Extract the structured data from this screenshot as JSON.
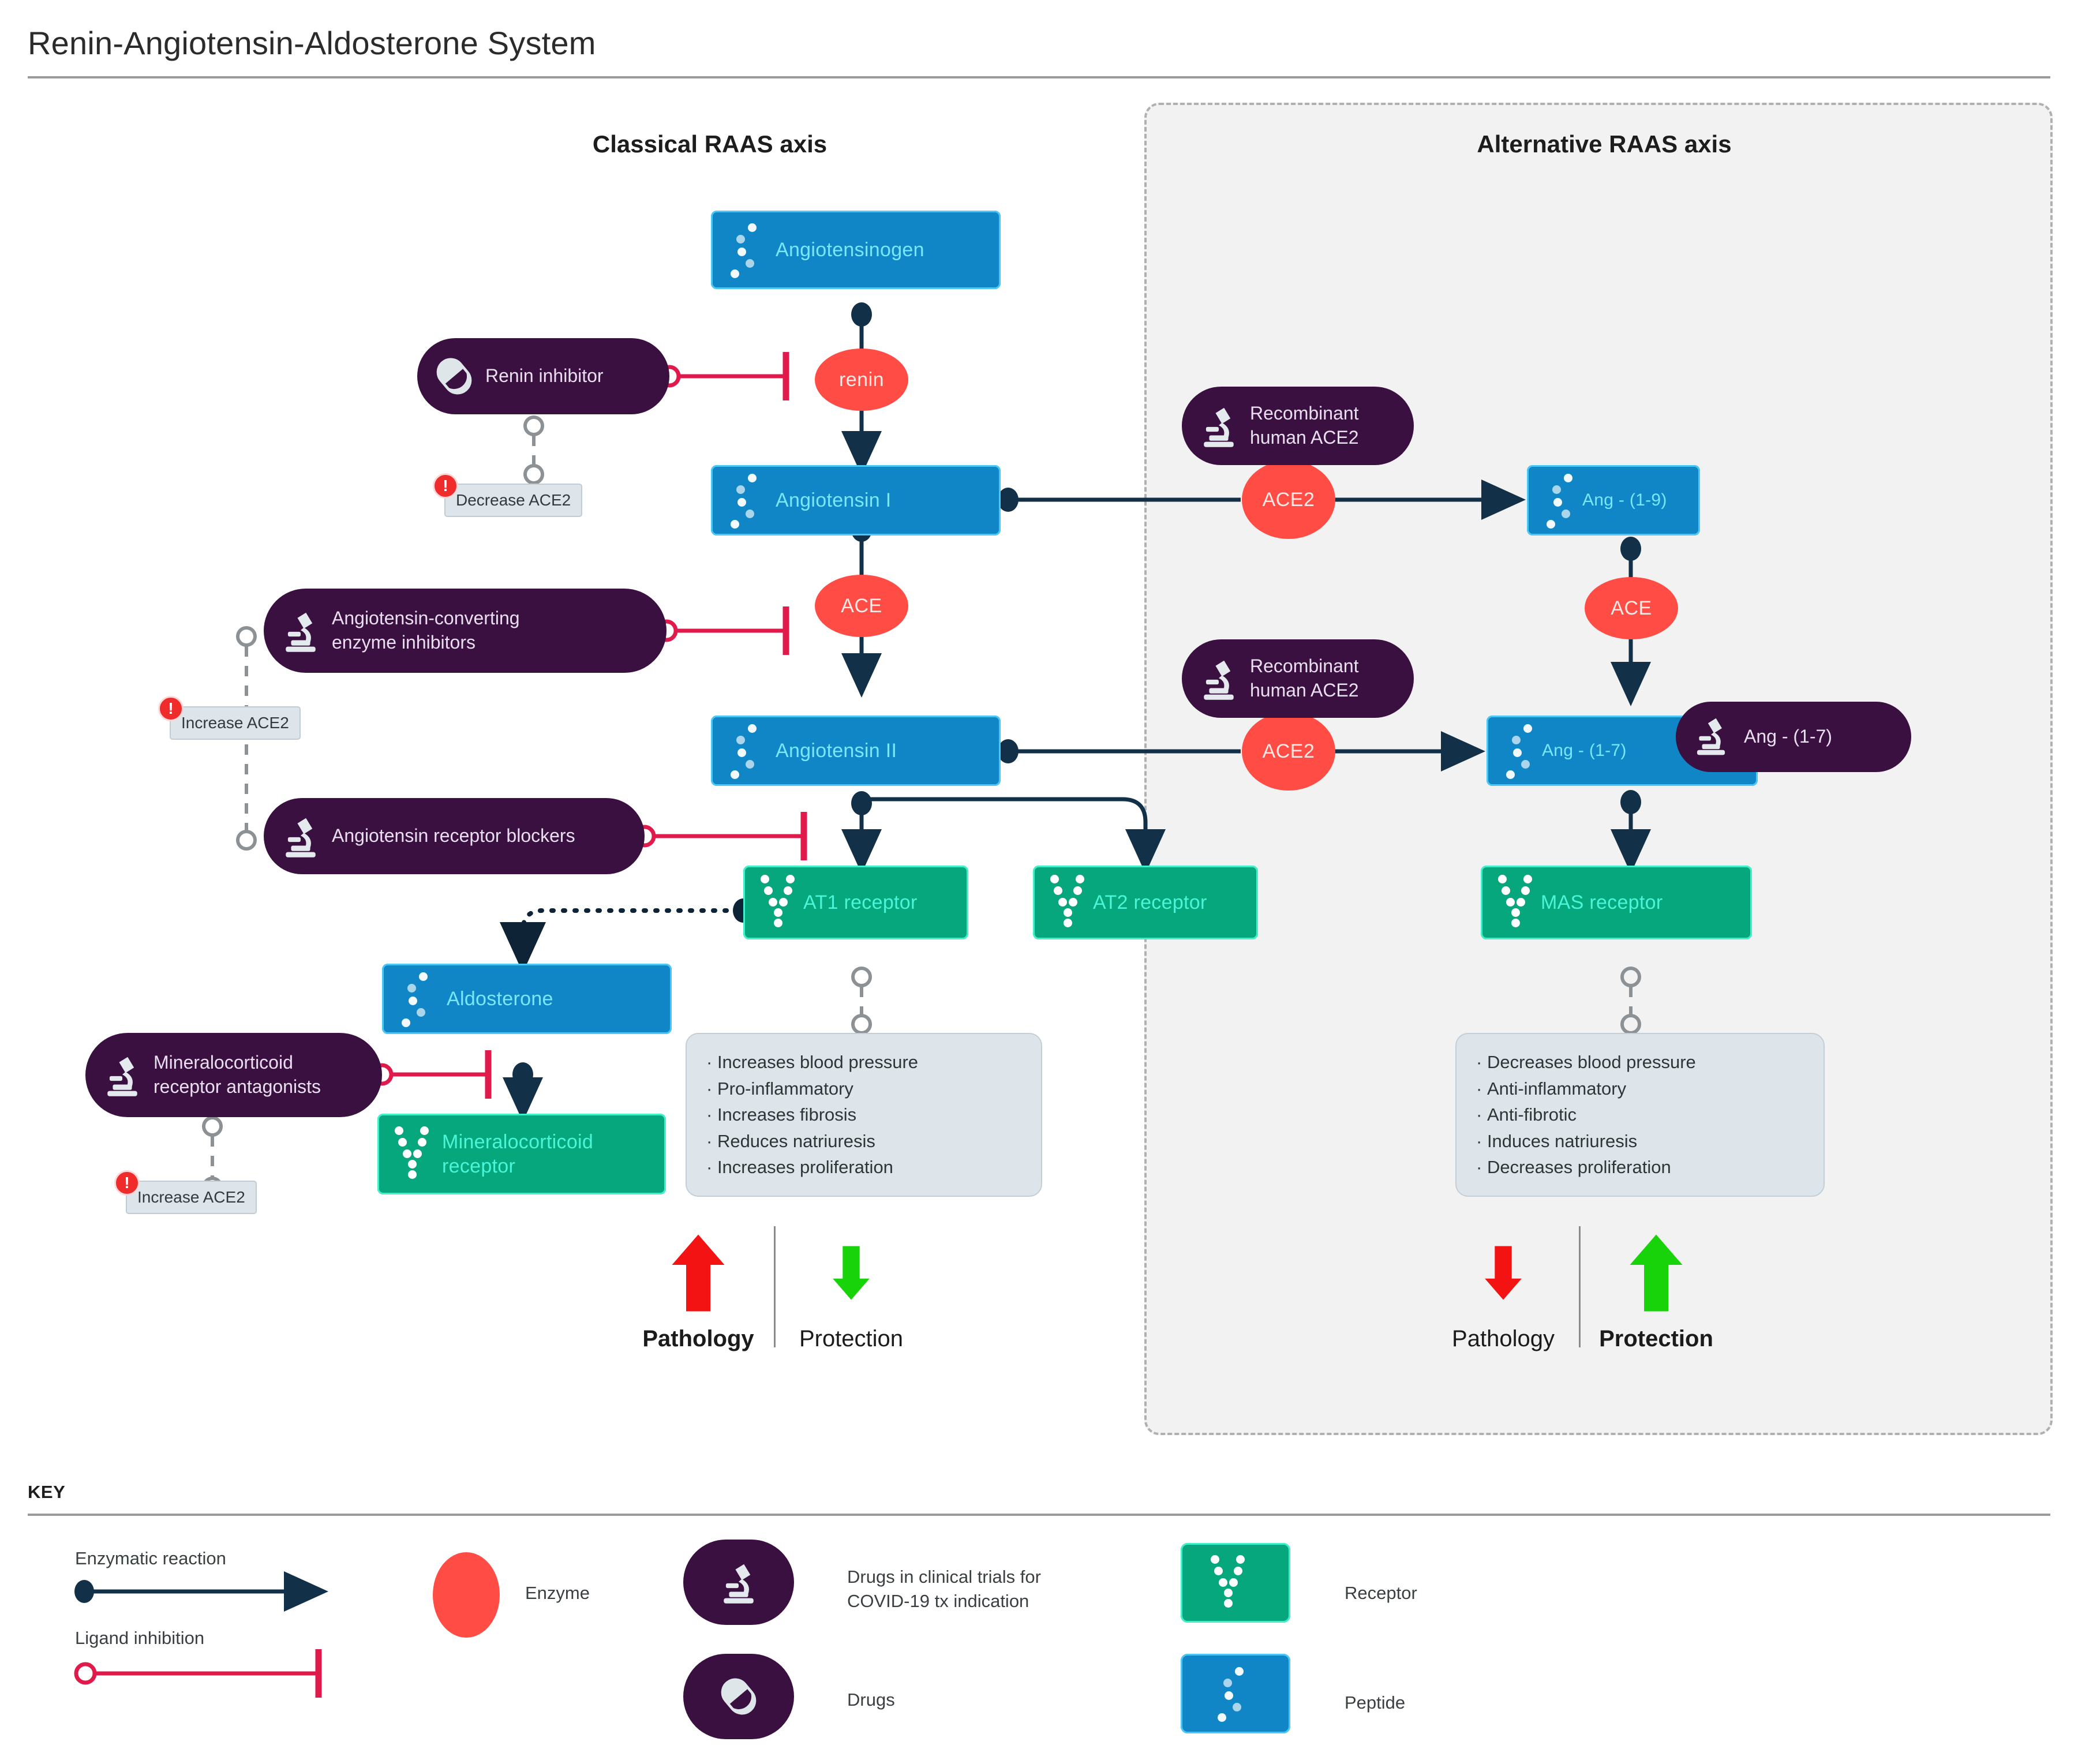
{
  "page": {
    "title": "Renin-Angiotensin-Aldosterone System"
  },
  "axes": {
    "classical": "Classical RAAS axis",
    "alternative": "Alternative RAAS axis"
  },
  "peptides": {
    "angiotensinogen": "Angiotensinogen",
    "angiotensin_i": "Angiotensin I",
    "angiotensin_ii": "Angiotensin II",
    "aldosterone": "Aldosterone",
    "ang_1_9": "Ang - (1-9)",
    "ang_1_7": "Ang - (1-7)"
  },
  "receptors": {
    "at1": "AT1 receptor",
    "at2": "AT2 receptor",
    "mas": "MAS receptor",
    "mineralocorticoid": "Mineralocorticoid receptor"
  },
  "enzymes": {
    "renin": "renin",
    "ace_classical": "ACE",
    "ace_alternative": "ACE",
    "ace2_upper": "ACE2",
    "ace2_lower": "ACE2"
  },
  "drugs": {
    "renin_inhibitor": "Renin inhibitor",
    "ace_inhibitors": "Angiotensin-converting enzyme inhibitors",
    "arb": "Angiotensin receptor blockers",
    "mra": "Mineralocorticoid receptor antagonists",
    "rh_ace2_upper": "Recombinant human ACE2",
    "rh_ace2_lower": "Recombinant human ACE2",
    "ang_1_7_drug": "Ang - (1-7)"
  },
  "annotations": {
    "decrease_ace2": "Decrease ACE2",
    "increase_ace2_acei": "Increase ACE2",
    "increase_ace2_mra": "Increase ACE2",
    "bang": "!"
  },
  "effects": {
    "at1": [
      "Increases blood pressure",
      "Pro-inflammatory",
      "Increases fibrosis",
      "Reduces natriuresis",
      "Increases proliferation"
    ],
    "mas": [
      "Decreases blood pressure",
      "Anti-inflammatory",
      "Anti-fibrotic",
      "Induces natriuresis",
      "Decreases proliferation"
    ]
  },
  "outcome": {
    "classical": {
      "pathology": "Pathology",
      "protection": "Protection"
    },
    "alternative": {
      "pathology": "Pathology",
      "protection": "Protection"
    }
  },
  "key": {
    "heading": "KEY",
    "enzymatic_reaction": "Enzymatic reaction",
    "ligand_inhibition": "Ligand inhibition",
    "enzyme": "Enzyme",
    "clinical_trials": "Drugs in clinical trials for\nCOVID-19 tx indication",
    "drugs": "Drugs",
    "receptor": "Receptor",
    "peptide": "Peptide"
  },
  "colors": {
    "peptide": "#1186c7",
    "receptor": "#06a77d",
    "enzyme": "#ff4d45",
    "drug": "#3a1040",
    "inhibition": "#e01b4c",
    "reaction": "#123047",
    "panel": "#f2f2f2",
    "chip": "#dde5ea",
    "pathology_arrow": "#f41313",
    "protection_arrow": "#18d20a"
  }
}
